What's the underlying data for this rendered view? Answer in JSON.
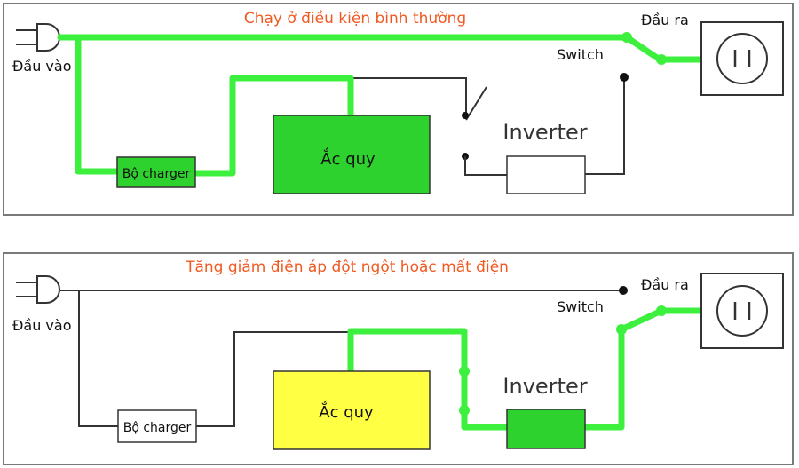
{
  "top": {
    "title": "Chạy ở điều kiện bình thường",
    "input_label": "Đầu vào",
    "output_label": "Đầu ra",
    "switch_label": "Switch",
    "charger_label": "Bộ charger",
    "battery_label": "Ắc quy",
    "inverter_label": "Inverter",
    "colors": {
      "active_wire": "#3ef03e",
      "battery": "#2ed22e",
      "charger": "#2ed22e",
      "inverter": "#ffffff"
    }
  },
  "bottom": {
    "title": "Tăng giảm điện áp đột ngột hoặc mất điện",
    "input_label": "Đầu vào",
    "output_label": "Đầu ra",
    "switch_label": "Switch",
    "charger_label": "Bộ charger",
    "battery_label": "Ắc quy",
    "inverter_label": "Inverter",
    "colors": {
      "active_wire": "#3ef03e",
      "battery": "#ffff44",
      "charger": "#ffffff",
      "inverter": "#2ed22e"
    }
  },
  "icons": [
    "plug-icon",
    "outlet-icon"
  ]
}
